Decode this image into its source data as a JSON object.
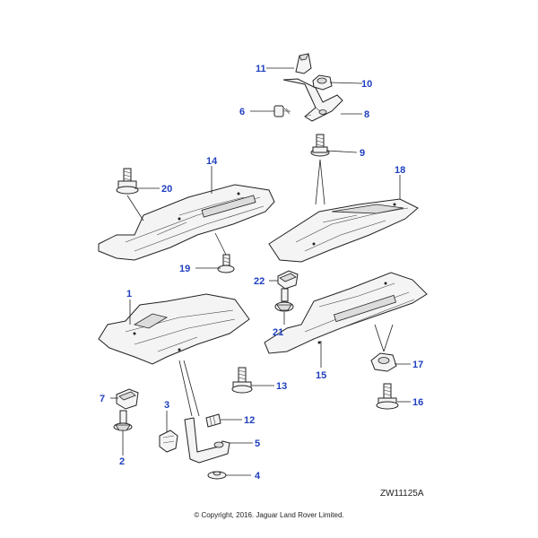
{
  "callouts": [
    {
      "n": "1"
    },
    {
      "n": "2"
    },
    {
      "n": "3"
    },
    {
      "n": "4"
    },
    {
      "n": "5"
    },
    {
      "n": "6"
    },
    {
      "n": "7"
    },
    {
      "n": "8"
    },
    {
      "n": "9"
    },
    {
      "n": "10"
    },
    {
      "n": "11"
    },
    {
      "n": "12"
    },
    {
      "n": "13"
    },
    {
      "n": "14"
    },
    {
      "n": "15"
    },
    {
      "n": "16"
    },
    {
      "n": "17"
    },
    {
      "n": "18"
    },
    {
      "n": "19"
    },
    {
      "n": "20"
    },
    {
      "n": "21"
    },
    {
      "n": "22"
    }
  ],
  "ref_code": "ZW11125A",
  "copyright": "© Copyright, 2016. Jaguar Land Rover Limited.",
  "colors": {
    "callout_text": "#1f3fbf",
    "line": "#222222",
    "part_fill": "#f2f2f2",
    "part_shade": "#d9d9d9"
  }
}
